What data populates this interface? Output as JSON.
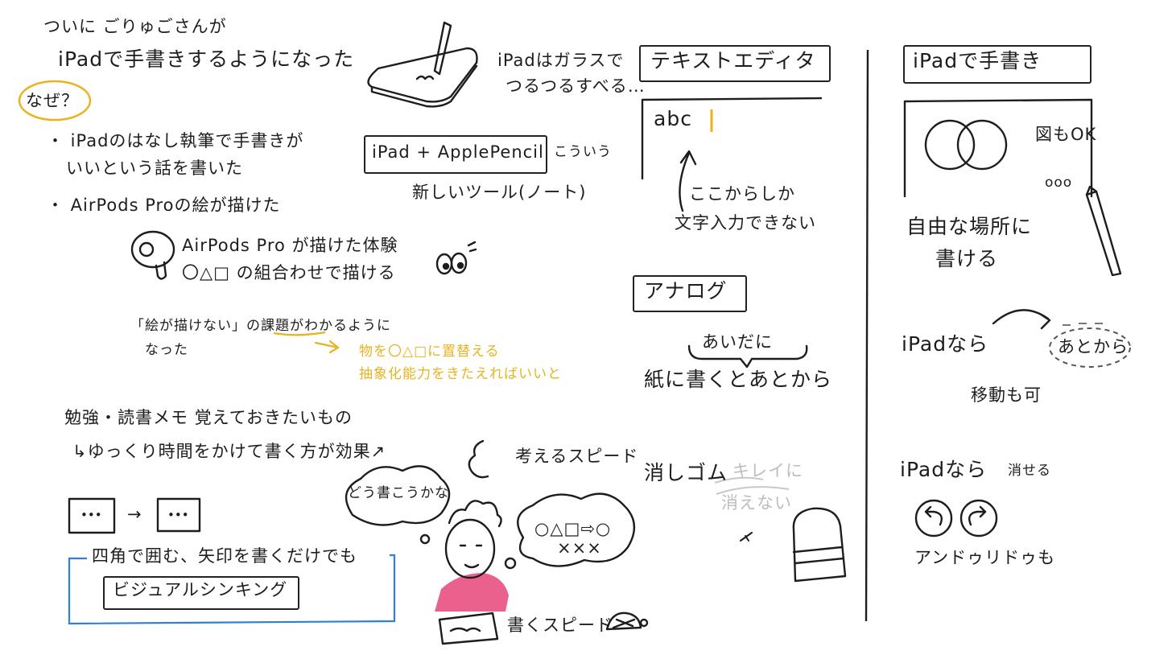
{
  "colors": {
    "ink": "#1d1d1d",
    "accent_yellow": "#e9b320",
    "accent_blue": "#2f7fd6",
    "shirt_pink": "#e8457a",
    "faded": "#bdbdbd"
  },
  "left": {
    "title_line1": "ついに ごりゅごさんが",
    "title_line2": "iPadで手書きするようになった",
    "why": "なぜ？",
    "bullet1_line1": "・ iPadのはなし執筆で手書きが",
    "bullet1_line2": "いいという話を書いた",
    "bullet2": "・ AirPods Proの絵が描けた",
    "airpods_line1": "AirPods Pro が描けた体験",
    "airpods_line2": "〇△□ の組合わせで描ける",
    "insight_line1": "「絵が描けない」の課題がわかるように",
    "insight_line2": "なった",
    "yellow_line1": "物を〇△□に置替える",
    "yellow_line2": "抽象化能力をきたえればいいと",
    "study_line1": "勉強・読書メモ 覚えておきたいもの",
    "study_line2": "↳ゆっくり時間をかけて書く方が効果↗",
    "dots": "•••",
    "box_arrow": "→",
    "visual_line": "四角で囲む、矢印を書くだけでも",
    "visual_thinking": "ビジュアルシンキング"
  },
  "middle": {
    "glass_line1": "iPadはガラスで",
    "glass_line2": "つるつるすべる…",
    "tool_box": "iPad + ApplePencil",
    "tool_side": "こういう",
    "tool_sub": "新しいツール(ノート)",
    "think_speed": "考えるスピード",
    "bubble1": "どう書こうかな",
    "bubble2_line1": "○△□⇨○",
    "bubble2_line2": "×××",
    "write_speed": "書くスピード"
  },
  "right_col1": {
    "text_editor": "テキストエディタ",
    "abc": "abc",
    "editor_note_line1": "ここからしか",
    "editor_note_line2": "文字入力できない",
    "analog": "アナログ",
    "between": "あいだに",
    "paper": "紙に書くとあとから",
    "eraser": "消しゴム",
    "faded_line1": "キレイに",
    "faded_line2": "消えない"
  },
  "right_col2": {
    "ipad_handwriting": "iPadで手書き",
    "zu_ok": "図もOK",
    "ooo": "ooo",
    "free_line1": "自由な場所に",
    "free_line2": "書ける",
    "ipad_nara1": "iPadなら",
    "atokara": "あとから",
    "move": "移動も可",
    "ipad_nara2": "iPadなら",
    "ipad_nara2_tail": "消せる",
    "undo_redo": "アンドゥリドゥも"
  }
}
